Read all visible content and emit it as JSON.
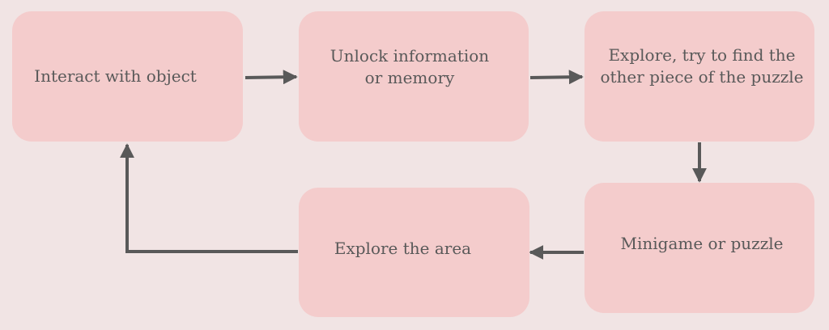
{
  "diagram": {
    "nodes": [
      {
        "id": "interact",
        "label": "Interact with object"
      },
      {
        "id": "unlock",
        "label": "Unlock information\nor memory"
      },
      {
        "id": "explore-find",
        "label": "Explore, try to find the\nother piece of the puzzle"
      },
      {
        "id": "minigame",
        "label": "Minigame or puzzle"
      },
      {
        "id": "explore-area",
        "label": "Explore the area"
      }
    ],
    "edges": [
      {
        "from": "interact",
        "to": "unlock"
      },
      {
        "from": "unlock",
        "to": "explore-find"
      },
      {
        "from": "explore-find",
        "to": "minigame"
      },
      {
        "from": "minigame",
        "to": "explore-area"
      },
      {
        "from": "explore-area",
        "to": "interact"
      }
    ],
    "colors": {
      "background": "#f1e4e4",
      "node_fill": "#f4cccc",
      "text": "#595959",
      "arrow": "#595959"
    }
  }
}
